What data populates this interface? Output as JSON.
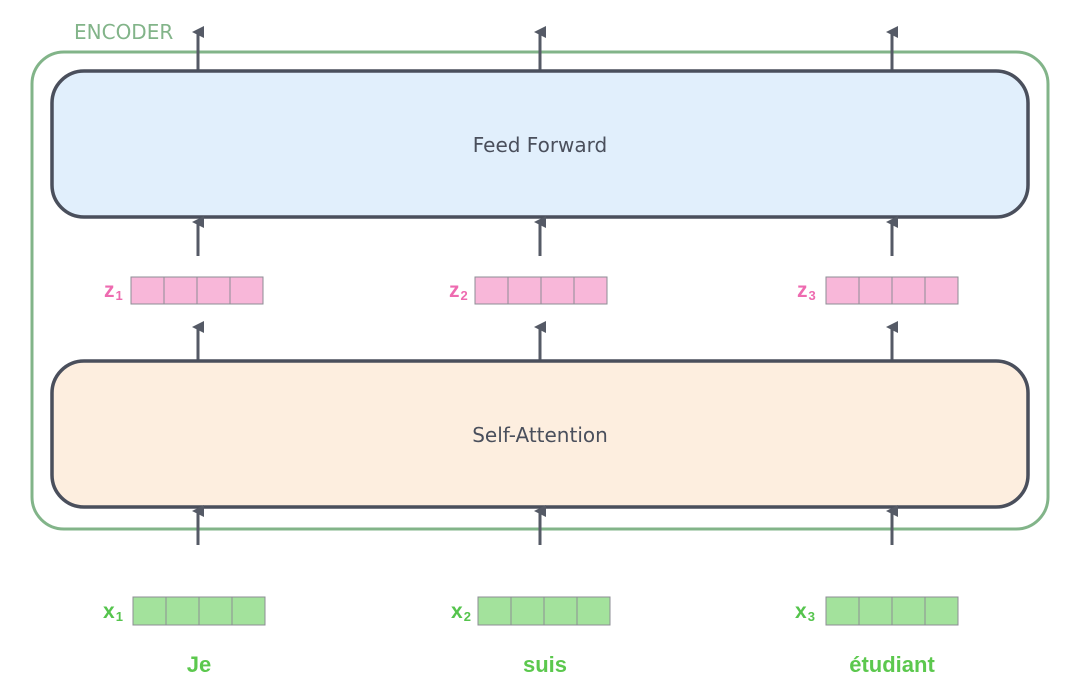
{
  "encoder": {
    "label": "ENCODER"
  },
  "layers": {
    "feed_forward": {
      "label": "Feed Forward"
    },
    "self_attention": {
      "label": "Self-Attention"
    }
  },
  "z_vectors": [
    {
      "base": "z",
      "sub": "1"
    },
    {
      "base": "z",
      "sub": "2"
    },
    {
      "base": "z",
      "sub": "3"
    }
  ],
  "x_vectors": [
    {
      "base": "x",
      "sub": "1"
    },
    {
      "base": "x",
      "sub": "2"
    },
    {
      "base": "x",
      "sub": "3"
    }
  ],
  "words": [
    "Je",
    "suis",
    "étudiant"
  ],
  "colors": {
    "encoder_border": "#82b489",
    "feed_forward_fill": "#e1effc",
    "self_attention_fill": "#fdeedf",
    "block_border": "#4a4f5c",
    "z_cell": "#f8b7d9",
    "x_cell": "#a3e29c",
    "arrow": "#555a66"
  }
}
